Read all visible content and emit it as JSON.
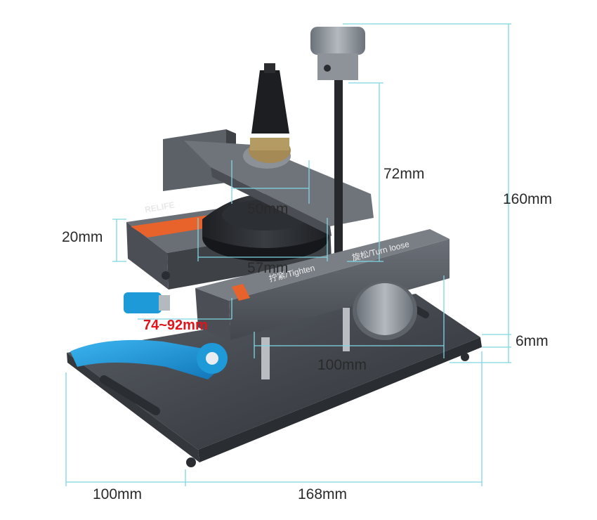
{
  "brand": "RELIFE",
  "knob_label": "拧紧/Tighten",
  "knob_label_right": "旋松/Turn loose",
  "dimensions": {
    "height": "160mm",
    "screw_height": "72mm",
    "chuck": "50mm",
    "clamp_height": "20mm",
    "suction_cup": "57mm",
    "clamp_range": "74~92mm",
    "base_thickness": "6mm",
    "bar_length": "100mm",
    "base_depth": "100mm",
    "base_width": "168mm"
  },
  "colors": {
    "dimension_line": "#7fd6e4",
    "metal_dark": "#45494f",
    "accent_orange": "#e8622b",
    "accent_blue": "#1f9ad8",
    "label_red": "#e0141b"
  }
}
